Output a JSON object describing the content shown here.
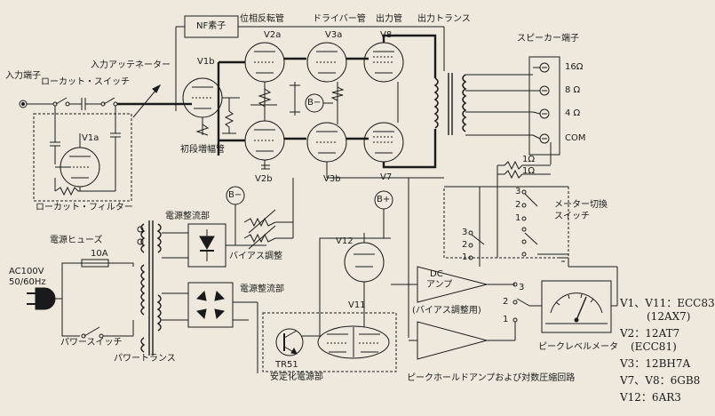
{
  "labels": {
    "input_terminal": "入力端子",
    "lowcut_switch": "ローカット・スイッチ",
    "input_attenuator": "入力アッテネーター",
    "nf_element": "NF素子",
    "phase_inverter": "位相反転管",
    "driver_tube": "ドライバー管",
    "output_tube": "出力管",
    "output_trans": "出力トランス",
    "speaker_terminal": "スピーカー端子",
    "first_stage_amp": "初段増幅管",
    "lowcut_filter": "ローカット・フィルター",
    "power_fuse": "電源ヒューズ",
    "ac_rating": "AC100V",
    "freq": "50/60Hz",
    "fuse_rating": "10A",
    "power_switch": "パワースイッチ",
    "power_trans": "パワートランス",
    "rect1": "電源整流部",
    "bias_adj": "バイアス調整",
    "rect2": "電源整流部",
    "stabilizer": "安定化電源部",
    "dc_amp1": "DC",
    "dc_amp2": "アンプ",
    "dc_amp_note": "(バイアス調整用)",
    "peak_hold": "ピークホールドアンプおよび対数圧縮回路",
    "peak_meter": "ピークレベルメータ",
    "meter_switch1": "メーター切換",
    "meter_switch2": "スイッチ",
    "tr51": "TR51",
    "b_minus": "B−",
    "b_plus": "B+",
    "v1a": "V1a",
    "v1b": "V1b",
    "v2a": "V2a",
    "v2b": "V2b",
    "v3a": "V3a",
    "v3b": "V3b",
    "v7": "V7",
    "v8": "V8",
    "v11": "V11",
    "v12": "V12",
    "sp16": "16Ω",
    "sp8": "8 Ω",
    "sp4": "4 Ω",
    "spcom": "COM",
    "r1a": "1Ω",
    "r1b": "1Ω",
    "sw_3": "3",
    "sw_2": "2",
    "sw_1": "1"
  },
  "tube_list": [
    {
      "line": "V1、V11：ECC83"
    },
    {
      "line": "(12AX7)"
    },
    {
      "line": "V2：12AT7"
    },
    {
      "line": "(ECC81)"
    },
    {
      "line": "V3：12BH7A"
    },
    {
      "line": "V7、V8：6GB8"
    },
    {
      "line": "V12：6AR3"
    }
  ]
}
